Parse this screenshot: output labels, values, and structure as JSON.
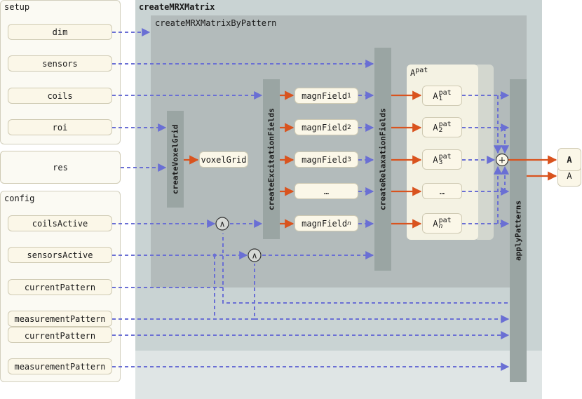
{
  "colors": {
    "dashed_arrow": "#6a6fd4",
    "solid_arrow": "#d9531e",
    "outer_panel": "#c9d3d3",
    "inner_panel": "#b3bbbb",
    "bar": "#9aa5a3",
    "box_fill": "#fbf7e8"
  },
  "setup": {
    "title": "setup",
    "items": [
      "dim",
      "sensors",
      "coils",
      "roi"
    ]
  },
  "res_label": "res",
  "config": {
    "title": "config",
    "items": [
      "coilsActive",
      "sensorsActive",
      "currentPattern",
      "measurementPattern"
    ],
    "lower_items": [
      "currentPattern",
      "measurementPattern"
    ]
  },
  "outer": {
    "title": "createMRXMatrix"
  },
  "inner": {
    "title": "createMRXMatrixByPattern"
  },
  "bars": {
    "voxel": "createVoxelGrid",
    "excitation": "createExcitationFields",
    "relaxation": "createRelaxationFields",
    "apply": "applyPatterns"
  },
  "voxelGrid": "voxelGrid",
  "magn": {
    "base": "magnField",
    "subs": [
      "1",
      "2",
      "3",
      "",
      "n"
    ],
    "ellipsis": "…"
  },
  "apat": {
    "title_base": "A",
    "title_sup": "pat",
    "items": [
      {
        "sup": "pat",
        "sub": "1"
      },
      {
        "sup": "pat",
        "sub": "2"
      },
      {
        "sup": "pat",
        "sub": "3"
      },
      {
        "sup": "",
        "sub": ""
      },
      {
        "sup": "pat",
        "sub": "n"
      }
    ],
    "ellipsis": "…"
  },
  "result": {
    "label1": "A",
    "label2": "A"
  },
  "operators": {
    "and": "∧",
    "plus": "+"
  }
}
